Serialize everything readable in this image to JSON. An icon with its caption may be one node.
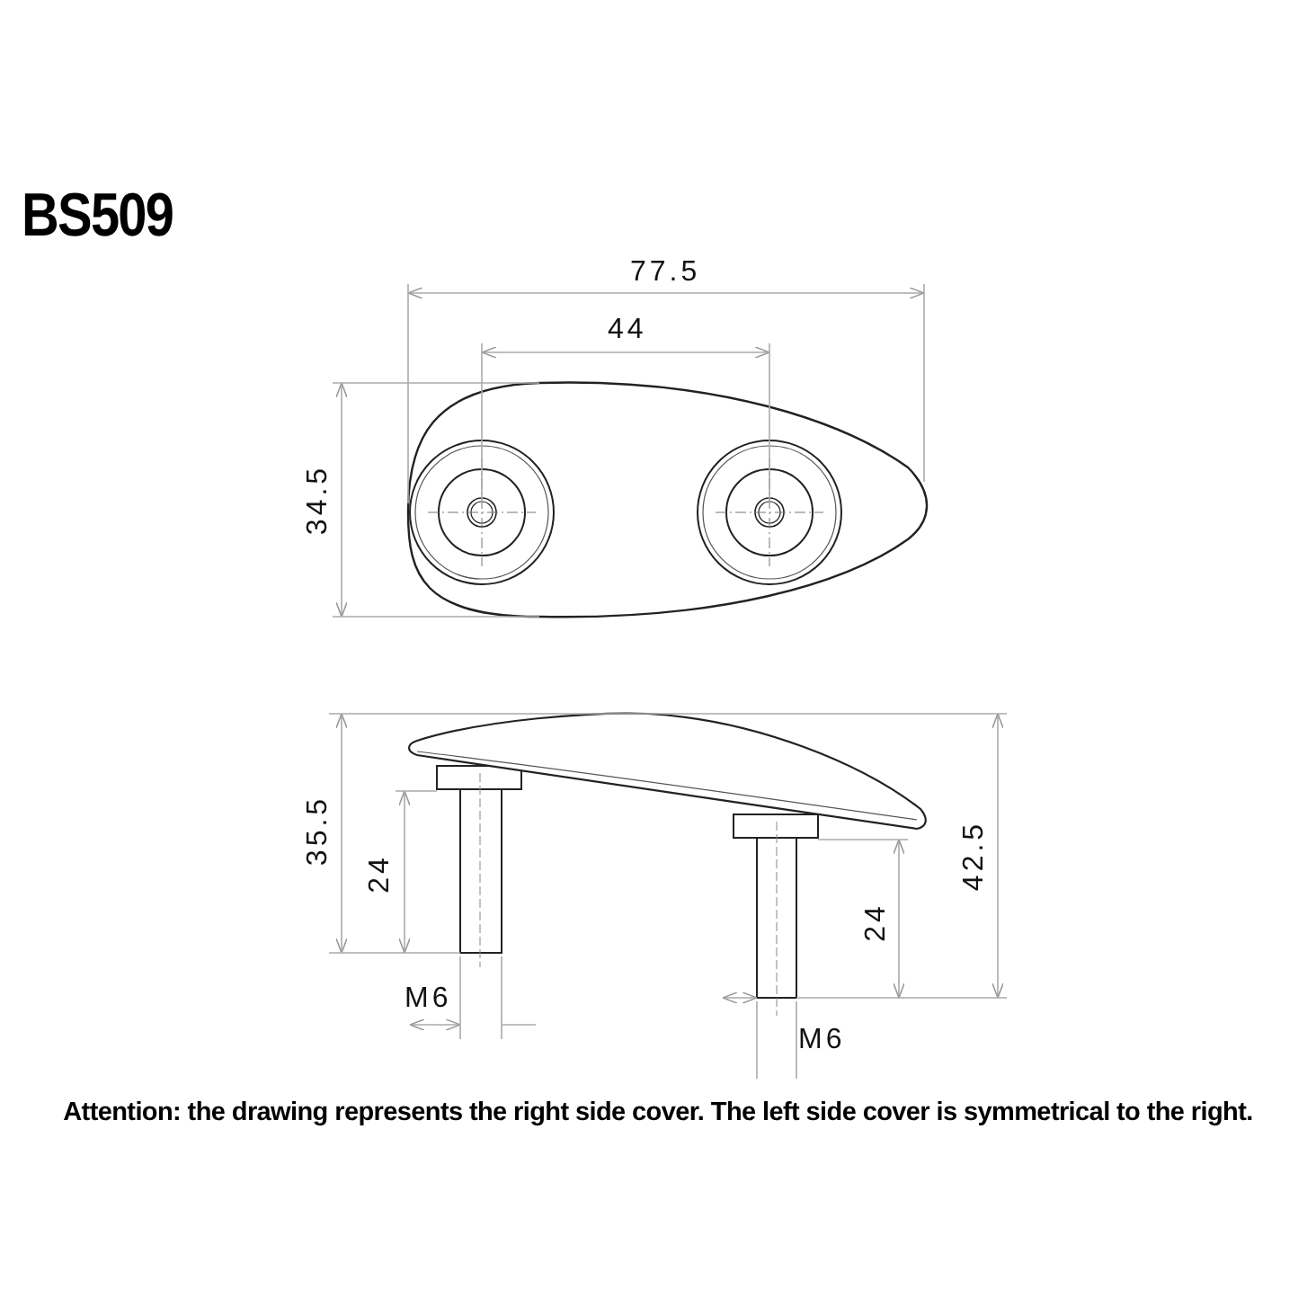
{
  "diagram": {
    "title": "BS509",
    "caption": "Attention: the drawing represents the right side cover. The left side cover is symmetrical to the right.",
    "labels": [
      "77.5",
      "44",
      "34.5",
      "35.5",
      "24",
      "42.5",
      "24",
      "M6",
      "M6"
    ]
  }
}
